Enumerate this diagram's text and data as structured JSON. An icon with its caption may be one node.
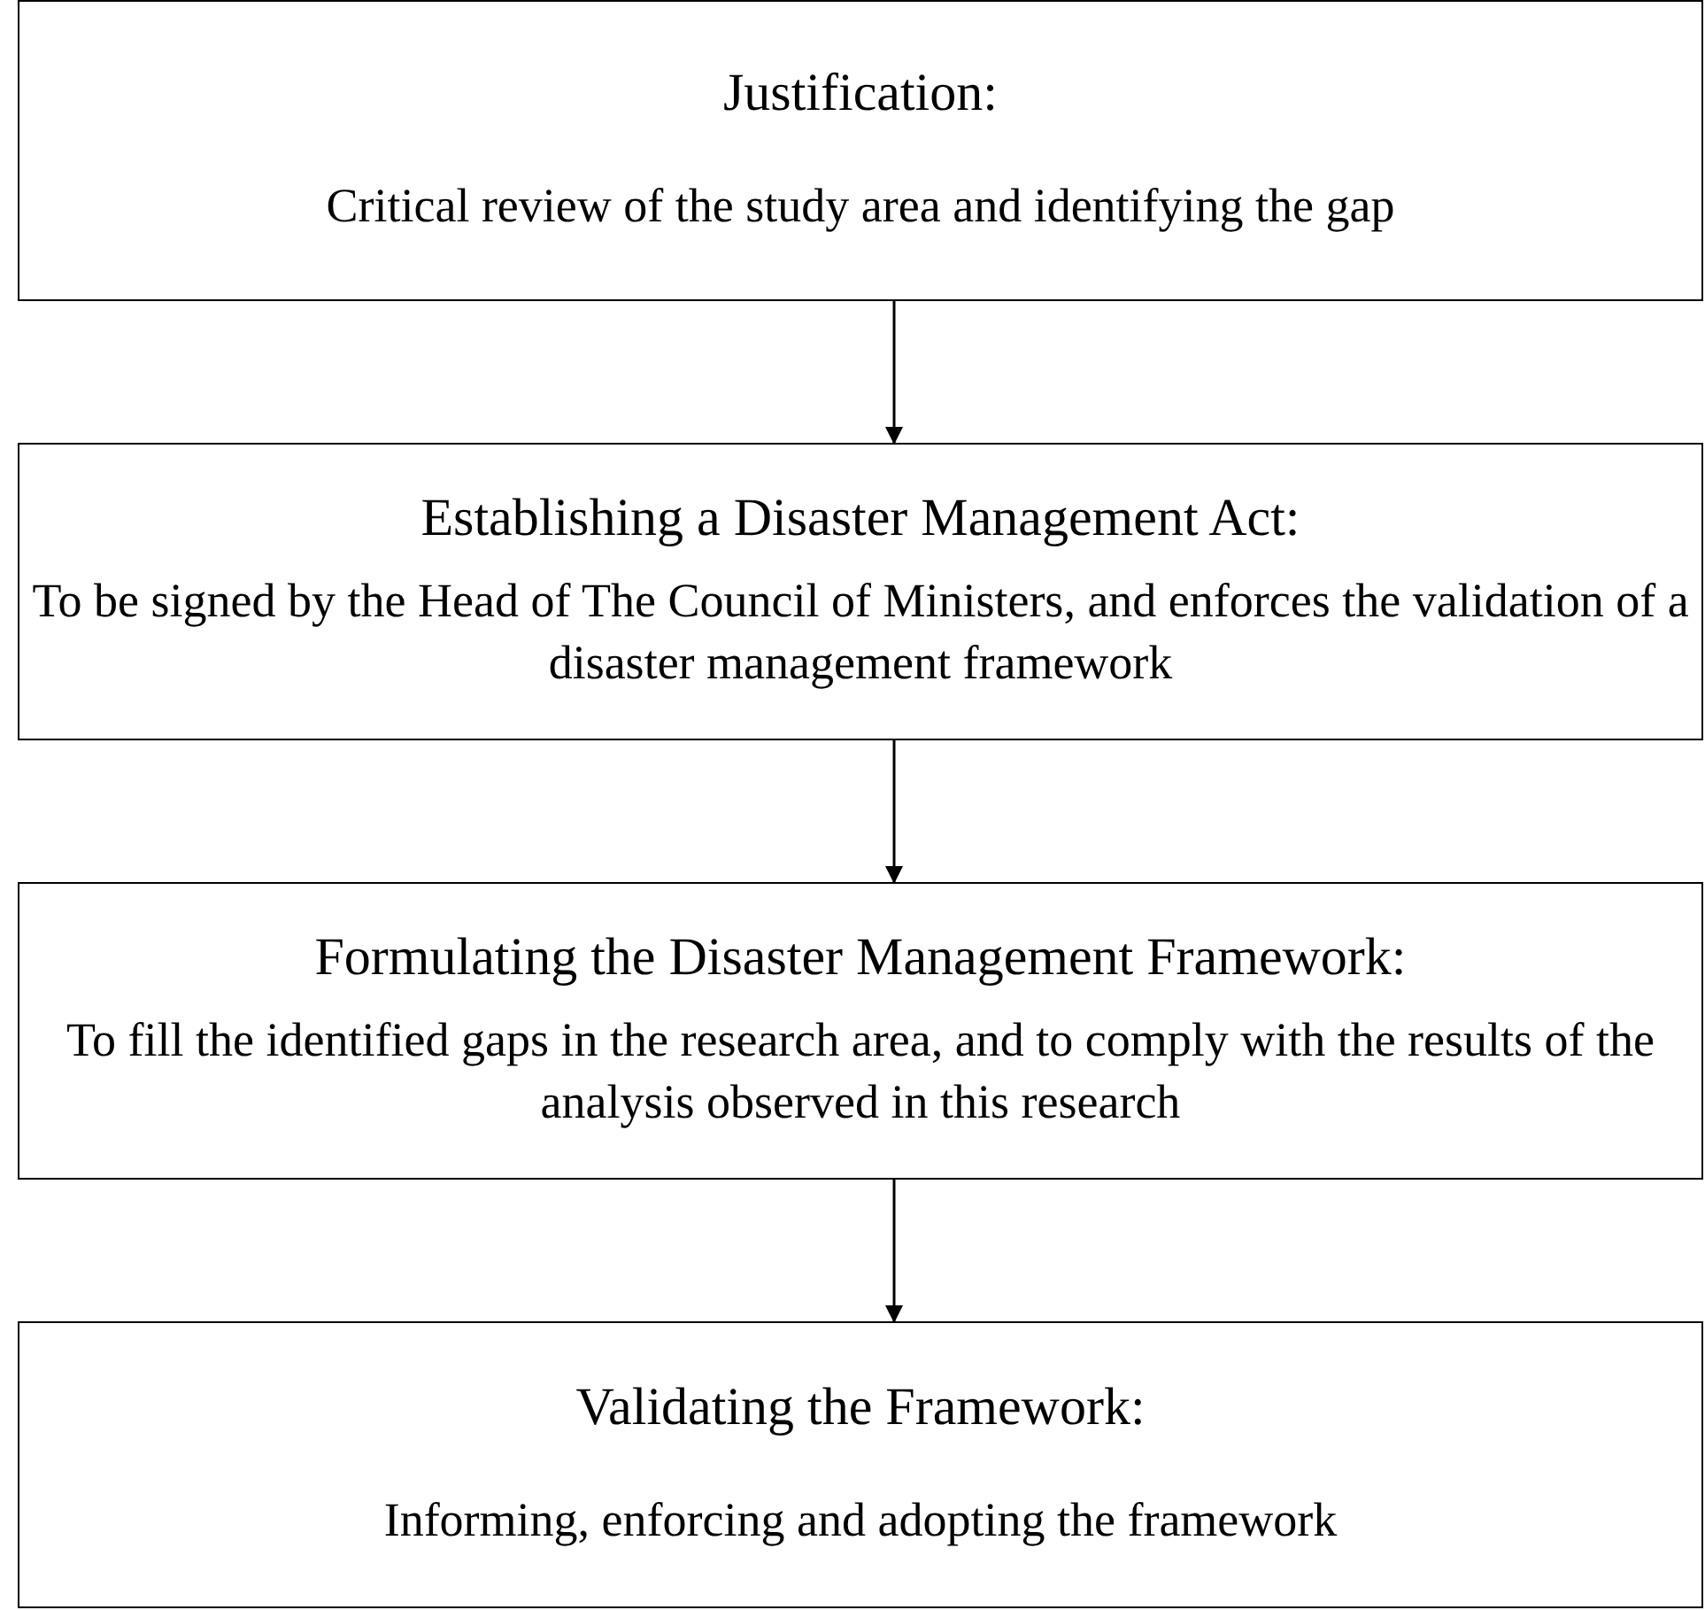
{
  "diagram": {
    "nodes": [
      {
        "text": [
          "Justification:",
          "Critical review of the study area and identifying the gap"
        ]
      },
      {
        "text": [
          "Establishing a Disaster Management Act:",
          "To be signed by the Head of The Council of Ministers, and enforces the validation of a disaster management framework"
        ]
      },
      {
        "text": [
          "Formulating the Disaster Management Framework:",
          "To fill the identified gaps in the research area, and to comply with the results of the analysis observed in this research"
        ]
      },
      {
        "text": [
          "Validating the Framework:",
          "Informing, enforcing and adopting the framework"
        ]
      }
    ],
    "edges": [
      {
        "from": 0,
        "to": 1,
        "arrow": "to"
      },
      {
        "from": 1,
        "to": 2,
        "arrow": "to"
      },
      {
        "from": 2,
        "to": 3,
        "arrow": "to"
      }
    ]
  }
}
